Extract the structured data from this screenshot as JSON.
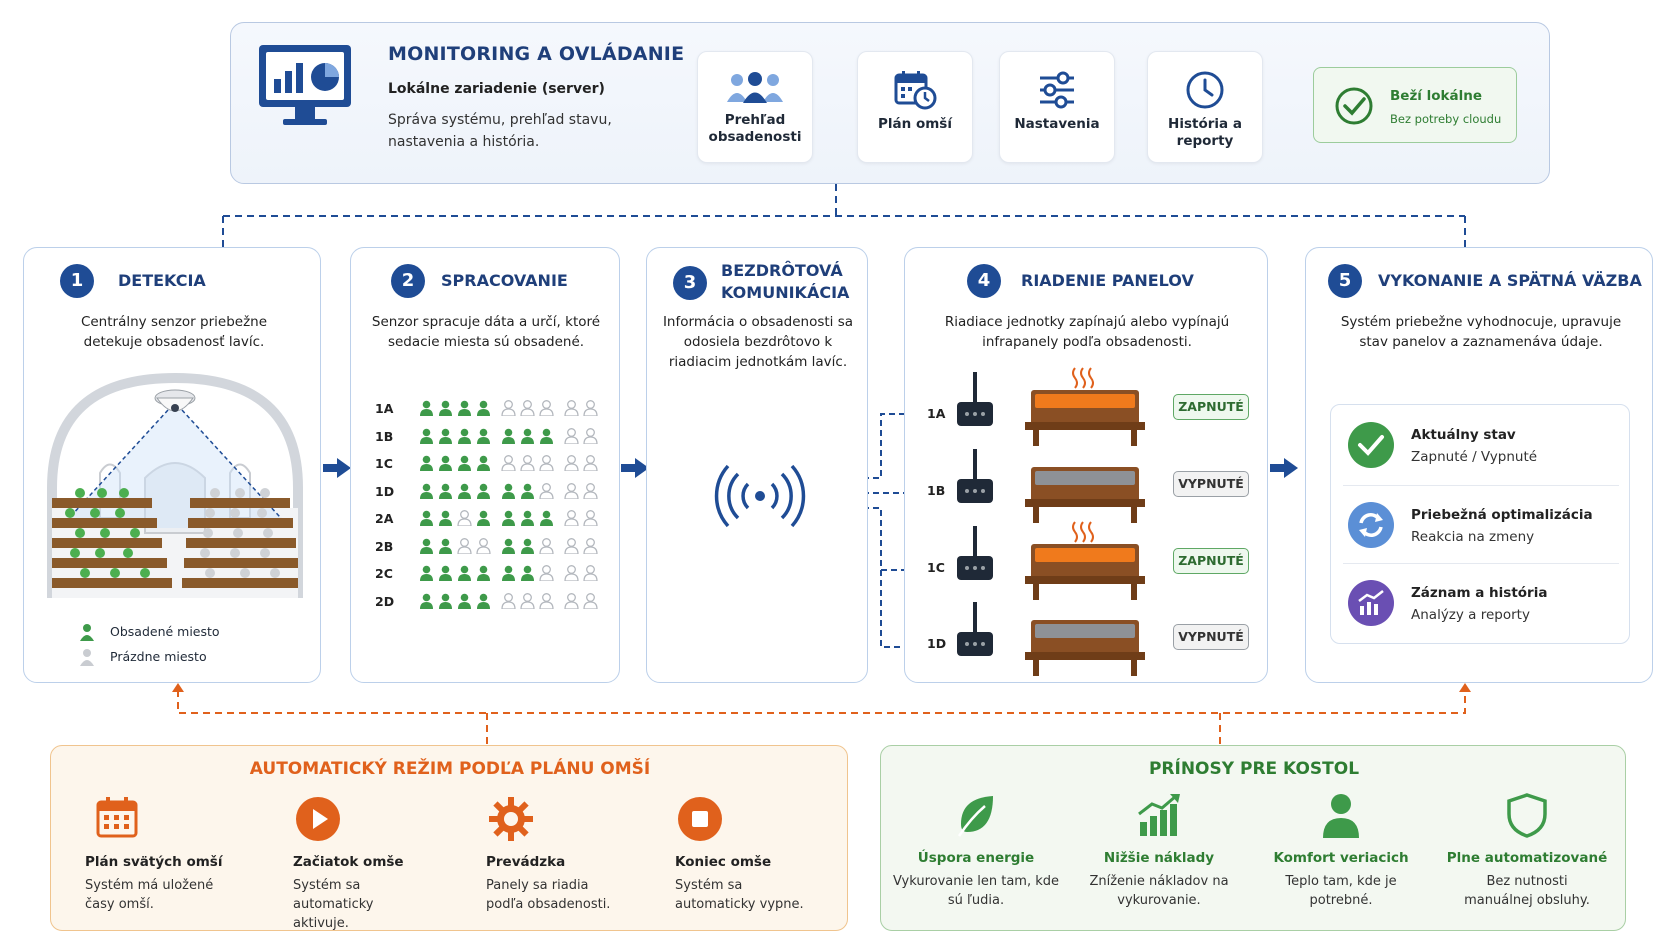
{
  "monitoring": {
    "title": "MONITORING A OVLÁDANIE",
    "subtitle": "Lokálne zariadenie (server)",
    "description": "Správa systému, prehľad stavu, nastavenia a história.",
    "tiles": [
      {
        "label": "Prehľad obsadenosti",
        "icon": "people-icon"
      },
      {
        "label": "Plán omší",
        "icon": "calendar-clock-icon"
      },
      {
        "label": "Nastavenia",
        "icon": "sliders-icon"
      },
      {
        "label": "História a reporty",
        "icon": "clock-icon"
      }
    ],
    "local": {
      "title": "Beží lokálne",
      "subtitle": "Bez potreby cloudu"
    }
  },
  "steps": [
    {
      "number": "1",
      "title": "DETEKCIA",
      "description": "Centrálny senzor priebežne detekuje obsadenosť lavíc."
    },
    {
      "number": "2",
      "title": "SPRACOVANIE",
      "description": "Senzor spracuje dáta a určí, ktoré sedacie miesta sú obsadené."
    },
    {
      "number": "3",
      "title": "BEZDRÔTOVÁ KOMUNIKÁCIA",
      "description": "Informácia o obsadenosti sa odosiela bezdrôtovo k riadiacim jednotkám lavíc."
    },
    {
      "number": "4",
      "title": "RIADENIE PANELOV",
      "description": "Riadiace jednotky zapínajú alebo vypínajú infrapanely podľa obsadenosti."
    },
    {
      "number": "5",
      "title": "VYKONANIE A SPÄTNÁ VÄZBA",
      "description": "Systém priebežne vyhodnocuje, upravuje stav panelov a zaznamenáva údaje."
    }
  ],
  "legend": {
    "occupied": "Obsadené miesto",
    "empty": "Prázdne miesto"
  },
  "colors": {
    "occupied": "#3e9a4a",
    "empty": "#c9ccd1",
    "accent": "#1f4c95",
    "orange": "#e0611c",
    "green": "#2e7d32"
  },
  "seat_grid": [
    {
      "row": "1A",
      "seats": [
        1,
        1,
        1,
        1,
        0,
        0,
        0,
        0,
        0
      ]
    },
    {
      "row": "1B",
      "seats": [
        1,
        1,
        1,
        1,
        1,
        1,
        1,
        0,
        0
      ]
    },
    {
      "row": "1C",
      "seats": [
        1,
        1,
        1,
        1,
        0,
        0,
        0,
        0,
        0
      ]
    },
    {
      "row": "1D",
      "seats": [
        1,
        1,
        1,
        1,
        1,
        1,
        0,
        0,
        0
      ]
    },
    {
      "row": "2A",
      "seats": [
        1,
        1,
        0,
        1,
        1,
        1,
        1,
        0,
        0
      ]
    },
    {
      "row": "2B",
      "seats": [
        1,
        1,
        0,
        0,
        1,
        1,
        0,
        0,
        0
      ]
    },
    {
      "row": "2C",
      "seats": [
        1,
        1,
        1,
        1,
        1,
        1,
        0,
        0,
        0
      ]
    },
    {
      "row": "2D",
      "seats": [
        1,
        1,
        1,
        1,
        0,
        0,
        0,
        0,
        0
      ]
    }
  ],
  "panels": [
    {
      "row": "1A",
      "status": "ZAPNUTÉ",
      "on": true
    },
    {
      "row": "1B",
      "status": "VYPNUTÉ",
      "on": false
    },
    {
      "row": "1C",
      "status": "ZAPNUTÉ",
      "on": true
    },
    {
      "row": "1D",
      "status": "VYPNUTÉ",
      "on": false
    }
  ],
  "feedback": [
    {
      "title": "Aktuálny stav",
      "subtitle": "Zapnuté / Vypnuté",
      "icon": "check-icon"
    },
    {
      "title": "Priebežná optimalizácia",
      "subtitle": "Reakcia na zmeny",
      "icon": "refresh-icon"
    },
    {
      "title": "Záznam a história",
      "subtitle": "Analýzy a reporty",
      "icon": "chart-icon"
    }
  ],
  "auto_mode": {
    "title": "AUTOMATICKÝ REŽIM PODĽA PLÁNU OMŠÍ",
    "steps": [
      {
        "title": "Plán svätých omší",
        "description": "Systém má uložené časy omší.",
        "icon": "calendar-icon"
      },
      {
        "title": "Začiatok omše",
        "description": "Systém sa automaticky aktivuje.",
        "icon": "play-icon"
      },
      {
        "title": "Prevádzka",
        "description": "Panely sa riadia podľa obsadenosti.",
        "icon": "gear-icon"
      },
      {
        "title": "Koniec omše",
        "description": "Systém sa automaticky vypne.",
        "icon": "stop-icon"
      }
    ]
  },
  "benefits": {
    "title": "PRÍNOSY PRE KOSTOL",
    "items": [
      {
        "title": "Úspora energie",
        "description": "Vykurovanie len tam, kde sú ľudia.",
        "icon": "leaf-icon"
      },
      {
        "title": "Nižšie náklady",
        "description": "Zníženie nákladov na vykurovanie.",
        "icon": "growth-chart-icon"
      },
      {
        "title": "Komfort veriacich",
        "description": "Teplo tam, kde je potrebné.",
        "icon": "person-icon"
      },
      {
        "title": "Plne automatizované",
        "description": "Bez nutnosti manuálnej obsluhy.",
        "icon": "shield-icon"
      }
    ]
  }
}
